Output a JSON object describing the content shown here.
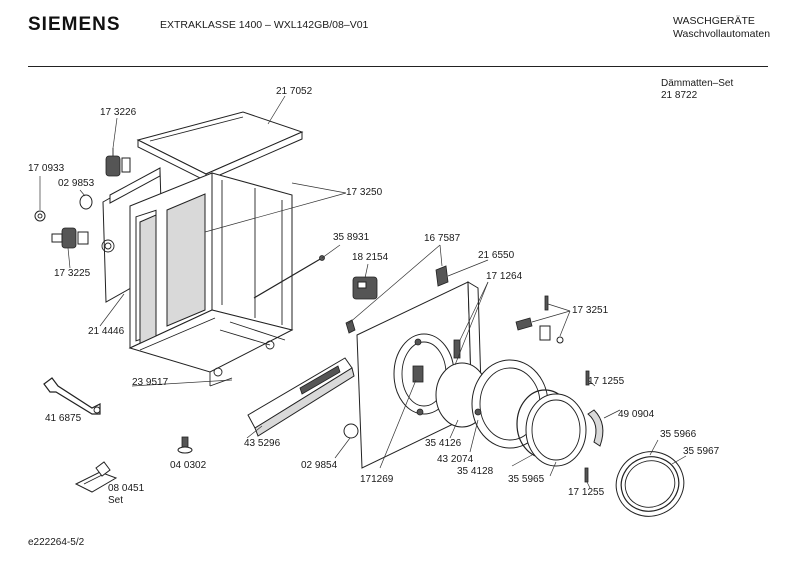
{
  "header": {
    "brand": "SIEMENS",
    "model": "EXTRAKLASSE 1400 – WXL142GB/08–V01",
    "category_line1": "WASCHGERÄTE",
    "category_line2": "Waschvollautomaten"
  },
  "note": {
    "line1": "Dämmatten–Set",
    "line2": "21 8722"
  },
  "footer": {
    "drawing_id": "e222264-5/2"
  },
  "parts": {
    "p217052": "21 7052",
    "p173226": "17 3226",
    "p170933": "17 0933",
    "p029853": "02 9853",
    "p173250": "17 3250",
    "p173225": "17 3225",
    "p214446": "21 4446",
    "p358931": "35 8931",
    "p182154": "18 2154",
    "p167587": "16 7587",
    "p216550": "21 6550",
    "p171264": "17 1264",
    "p173251": "17 3251",
    "p239517": "23 9517",
    "p416875": "41 6875",
    "p435296": "43 5296",
    "p040302": "04 0302",
    "p029854": "02 9854",
    "p171269": "171269",
    "p354126": "35 4126",
    "p432074": "43 2074",
    "p354128": "35 4128",
    "p355965": "35 5965",
    "p171255a": "17 1255",
    "p490904": "49 0904",
    "p355966": "35 5966",
    "p355967": "35 5967",
    "p171255b": "17 1255",
    "p080451": "08 0451",
    "p080451_set": "Set"
  }
}
